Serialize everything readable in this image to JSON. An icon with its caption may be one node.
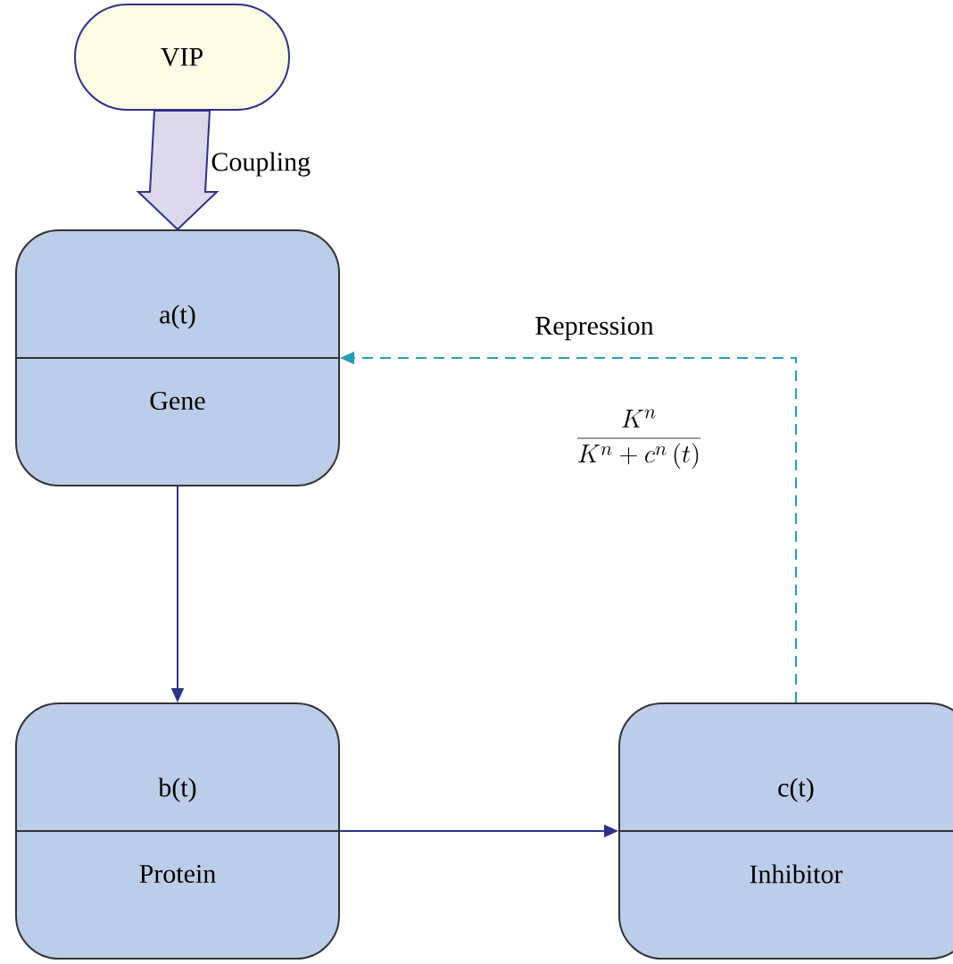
{
  "diagram": {
    "nodes": [
      {
        "text": [
          "VIP"
        ]
      },
      {
        "text": [
          "a(t)",
          "Gene"
        ]
      },
      {
        "text": [
          "b(t)",
          "Protein"
        ]
      },
      {
        "text": [
          "c(t)",
          "Inhibitor"
        ]
      }
    ],
    "edges": [
      {
        "from": 0,
        "to": 1,
        "arrow": "to",
        "label": "Coupling",
        "style": "thick",
        "color": "#dcd9ec"
      },
      {
        "from": 1,
        "to": 2,
        "arrow": "to"
      },
      {
        "from": 2,
        "to": 3,
        "arrow": "to"
      },
      {
        "from": 3,
        "to": 1,
        "arrow": "to",
        "label": "Repression",
        "style": "dashed",
        "color": "#2a9bb5"
      }
    ],
    "labels": [
      "\\frac{K^{n}}{K^{n}+c^{n}\\,(t)}"
    ]
  }
}
